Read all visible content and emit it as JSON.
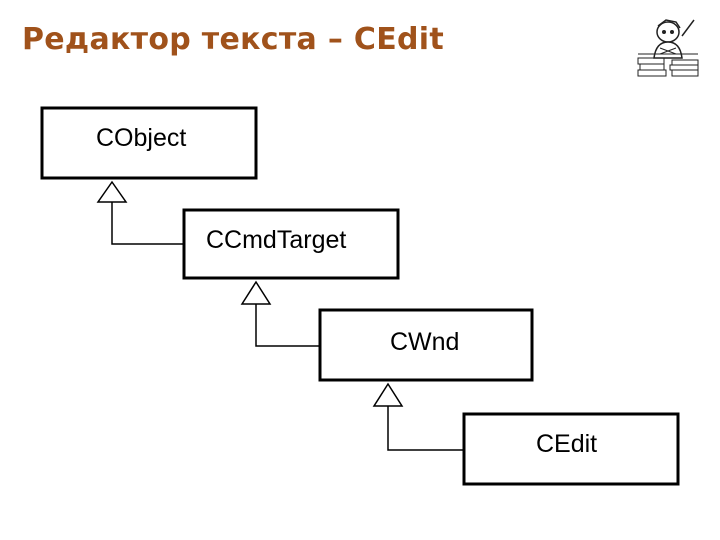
{
  "slide": {
    "title": "Редактор текста – CEdit"
  },
  "diagram": {
    "classes": [
      {
        "name": "CObject"
      },
      {
        "name": "CCmdTarget"
      },
      {
        "name": "CWnd"
      },
      {
        "name": "CEdit"
      }
    ]
  },
  "colors": {
    "title": "#a0521b",
    "lines": "#000000"
  },
  "icons": {
    "logo": "books-and-scholar-logo"
  }
}
